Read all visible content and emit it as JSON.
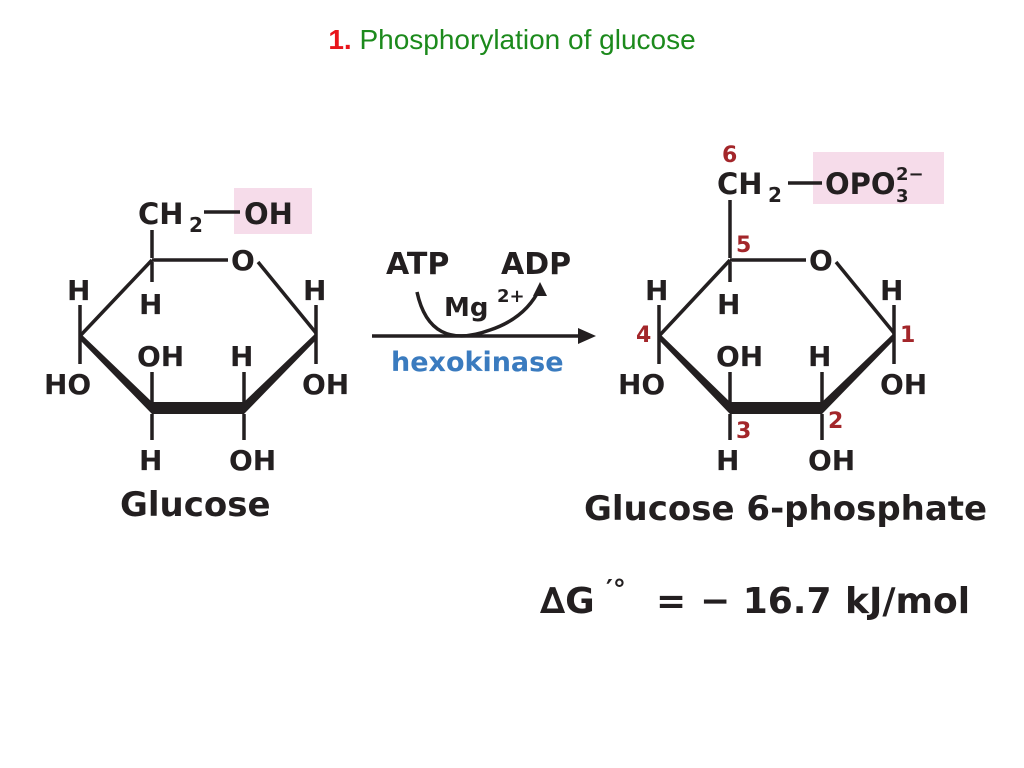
{
  "title": {
    "number": "1.",
    "text": "Phosphorylation of glucose"
  },
  "colors": {
    "title_number": "#e8141b",
    "title_text": "#1c8a1c",
    "position_label": "#a3262a",
    "enzyme": "#3a7bbf",
    "highlight": "#f6dcea",
    "ink": "#231f20"
  },
  "glucose": {
    "name": "Glucose",
    "ch2": "CH",
    "sub2": "2",
    "oh_highlighted": "OH",
    "ring_o": "O",
    "h_left_top": "H",
    "h_c5": "H",
    "h_right_top": "H",
    "oh_c3": "OH",
    "h_c2": "H",
    "ho_c4": "HO",
    "oh_c1": "OH",
    "h_c3": "H",
    "oh_c2": "OH"
  },
  "reaction": {
    "atp": "ATP",
    "adp": "ADP",
    "mg": "Mg",
    "mg_charge": "2+",
    "enzyme": "hexokinase"
  },
  "g6p": {
    "name": "Glucose 6-phosphate",
    "ch2": "CH",
    "sub2": "2",
    "phosphate": "OPO",
    "phosphate_sub": "3",
    "phosphate_charge": "2−",
    "ring_o": "O",
    "h_left_top": "H",
    "h_c5": "H",
    "h_right_top": "H",
    "oh_c3": "OH",
    "h_c2": "H",
    "ho_c4": "HO",
    "oh_c1": "OH",
    "h_c3": "H",
    "oh_c2": "OH",
    "positions": {
      "c1": "1",
      "c2": "2",
      "c3": "3",
      "c4": "4",
      "c5": "5",
      "c6": "6"
    }
  },
  "delta_g": {
    "symbol": "∆G",
    "prime": "′°",
    "equals": "=",
    "value": "− 16.7",
    "unit": "kJ/mol"
  }
}
